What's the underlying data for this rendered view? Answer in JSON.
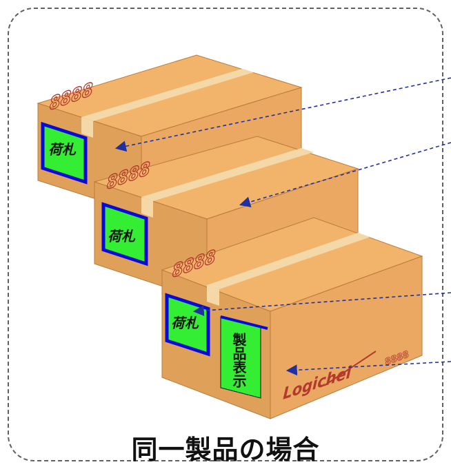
{
  "caption": "同一製品の場合",
  "boxes": [
    {
      "top_number": "8888",
      "tag_label": "荷札"
    },
    {
      "top_number": "8888",
      "tag_label": "荷札"
    },
    {
      "top_number": "8888",
      "tag_label": "荷札",
      "label_text": "製品表示",
      "side_number": "8888",
      "brand": "Logichel"
    }
  ],
  "colors": {
    "box_top": "#f2b46b",
    "box_front": "#dfa05a",
    "box_side": "#eaa862",
    "tape": "#f4d8a8",
    "tag_fill": "#33ee33",
    "tag_border": "#0a0ad8",
    "marking": "#b23a2c",
    "arrow": "#2030a0",
    "frame": "#606060"
  }
}
